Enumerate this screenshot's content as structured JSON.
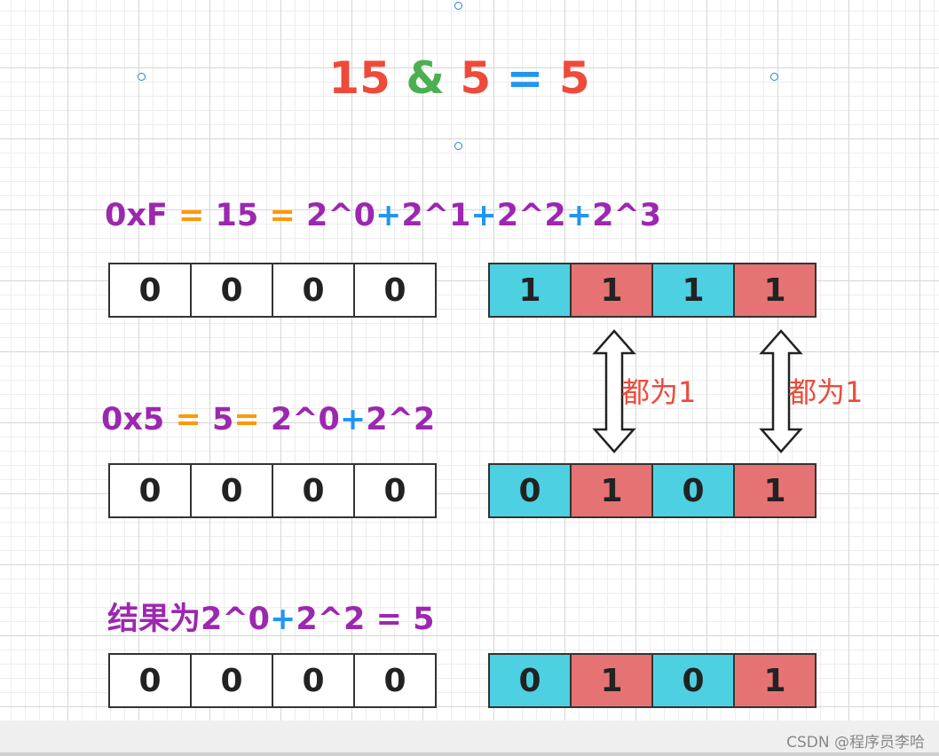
{
  "title": {
    "parts": [
      {
        "text": "15 ",
        "color": "#ee4a3a"
      },
      {
        "text": "& ",
        "color": "#4caf50"
      },
      {
        "text": "5 ",
        "color": "#ee4a3a"
      },
      {
        "text": "= ",
        "color": "#2196f3"
      },
      {
        "text": "5",
        "color": "#ee4a3a"
      }
    ]
  },
  "formulas": [
    {
      "parts": [
        {
          "text": "0xF",
          "color": "#9c27b0"
        },
        {
          "text": " = ",
          "color": "#ff9800"
        },
        {
          "text": "15",
          "color": "#9c27b0"
        },
        {
          "text": " = ",
          "color": "#ff9800"
        },
        {
          "text": "2^0",
          "color": "#9c27b0"
        },
        {
          "text": "+",
          "color": "#2196f3"
        },
        {
          "text": "2^1",
          "color": "#9c27b0"
        },
        {
          "text": "+",
          "color": "#2196f3"
        },
        {
          "text": "2^2",
          "color": "#9c27b0"
        },
        {
          "text": "+",
          "color": "#2196f3"
        },
        {
          "text": "2^3",
          "color": "#9c27b0"
        }
      ]
    },
    {
      "parts": [
        {
          "text": "0x5",
          "color": "#9c27b0"
        },
        {
          "text": " = ",
          "color": "#ff9800"
        },
        {
          "text": "5",
          "color": "#9c27b0"
        },
        {
          "text": "= ",
          "color": "#ff9800"
        },
        {
          "text": "2^0",
          "color": "#9c27b0"
        },
        {
          "text": "+",
          "color": "#2196f3"
        },
        {
          "text": "2^2",
          "color": "#9c27b0"
        }
      ]
    },
    {
      "parts": [
        {
          "text": "结果为2^0",
          "color": "#9c27b0"
        },
        {
          "text": "+",
          "color": "#2196f3"
        },
        {
          "text": "2^2 = 5",
          "color": "#9c27b0"
        }
      ]
    }
  ],
  "rows": [
    {
      "high": [
        "0",
        "0",
        "0",
        "0"
      ],
      "low": [
        "1",
        "1",
        "1",
        "1"
      ]
    },
    {
      "high": [
        "0",
        "0",
        "0",
        "0"
      ],
      "low": [
        "0",
        "1",
        "0",
        "1"
      ]
    },
    {
      "high": [
        "0",
        "0",
        "0",
        "0"
      ],
      "low": [
        "0",
        "1",
        "0",
        "1"
      ]
    }
  ],
  "colors": {
    "cyan": "#4dd0e1",
    "red": "#e57373",
    "white": "#ffffff",
    "note": "#ee4a3a"
  },
  "low_cell_colors": [
    "cyan",
    "red",
    "cyan",
    "red"
  ],
  "notes": [
    "都为1",
    "都为1"
  ],
  "watermark": "CSDN @程序员李哈"
}
